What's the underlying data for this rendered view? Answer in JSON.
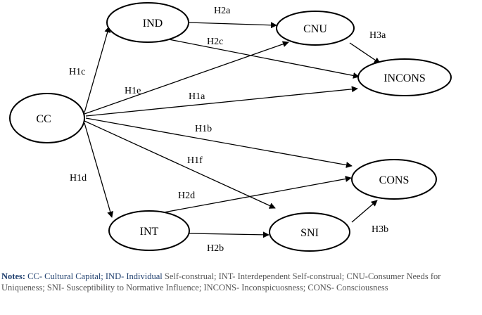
{
  "diagram": {
    "nodes": [
      {
        "id": "IND",
        "label": "IND"
      },
      {
        "id": "CNU",
        "label": "CNU"
      },
      {
        "id": "INCONS",
        "label": "INCONS"
      },
      {
        "id": "CC",
        "label": "CC"
      },
      {
        "id": "CONS",
        "label": "CONS"
      },
      {
        "id": "INT",
        "label": "INT"
      },
      {
        "id": "SNI",
        "label": "SNI"
      }
    ],
    "edges": [
      {
        "id": "H1c",
        "label": "H1c",
        "from": "CC",
        "to": "IND"
      },
      {
        "id": "H1e",
        "label": "H1e",
        "from": "CC",
        "to": "CNU"
      },
      {
        "id": "H1a",
        "label": "H1a",
        "from": "CC",
        "to": "INCONS"
      },
      {
        "id": "H1b",
        "label": "H1b",
        "from": "CC",
        "to": "CONS"
      },
      {
        "id": "H1f",
        "label": "H1f",
        "from": "CC",
        "to": "SNI"
      },
      {
        "id": "H1d",
        "label": "H1d",
        "from": "CC",
        "to": "INT"
      },
      {
        "id": "H2a",
        "label": "H2a",
        "from": "IND",
        "to": "CNU"
      },
      {
        "id": "H2c",
        "label": "H2c",
        "from": "IND",
        "to": "INCONS"
      },
      {
        "id": "H3a",
        "label": "H3a",
        "from": "CNU",
        "to": "INCONS"
      },
      {
        "id": "H2d",
        "label": "H2d",
        "from": "INT",
        "to": "CONS"
      },
      {
        "id": "H2b",
        "label": "H2b",
        "from": "INT",
        "to": "SNI"
      },
      {
        "id": "H3b",
        "label": "H3b",
        "from": "SNI",
        "to": "CONS"
      }
    ]
  },
  "notes": {
    "heading": "Notes:",
    "lead": "CC- Cultural Capital;  IND- Individual",
    "body": " Self-construal; INT- Interdependent Self-construal; CNU-Consumer Needs for Uniqueness; SNI- Susceptibility to Normative Influence; INCONS- Inconspicuosness; CONS- Consciousness"
  }
}
